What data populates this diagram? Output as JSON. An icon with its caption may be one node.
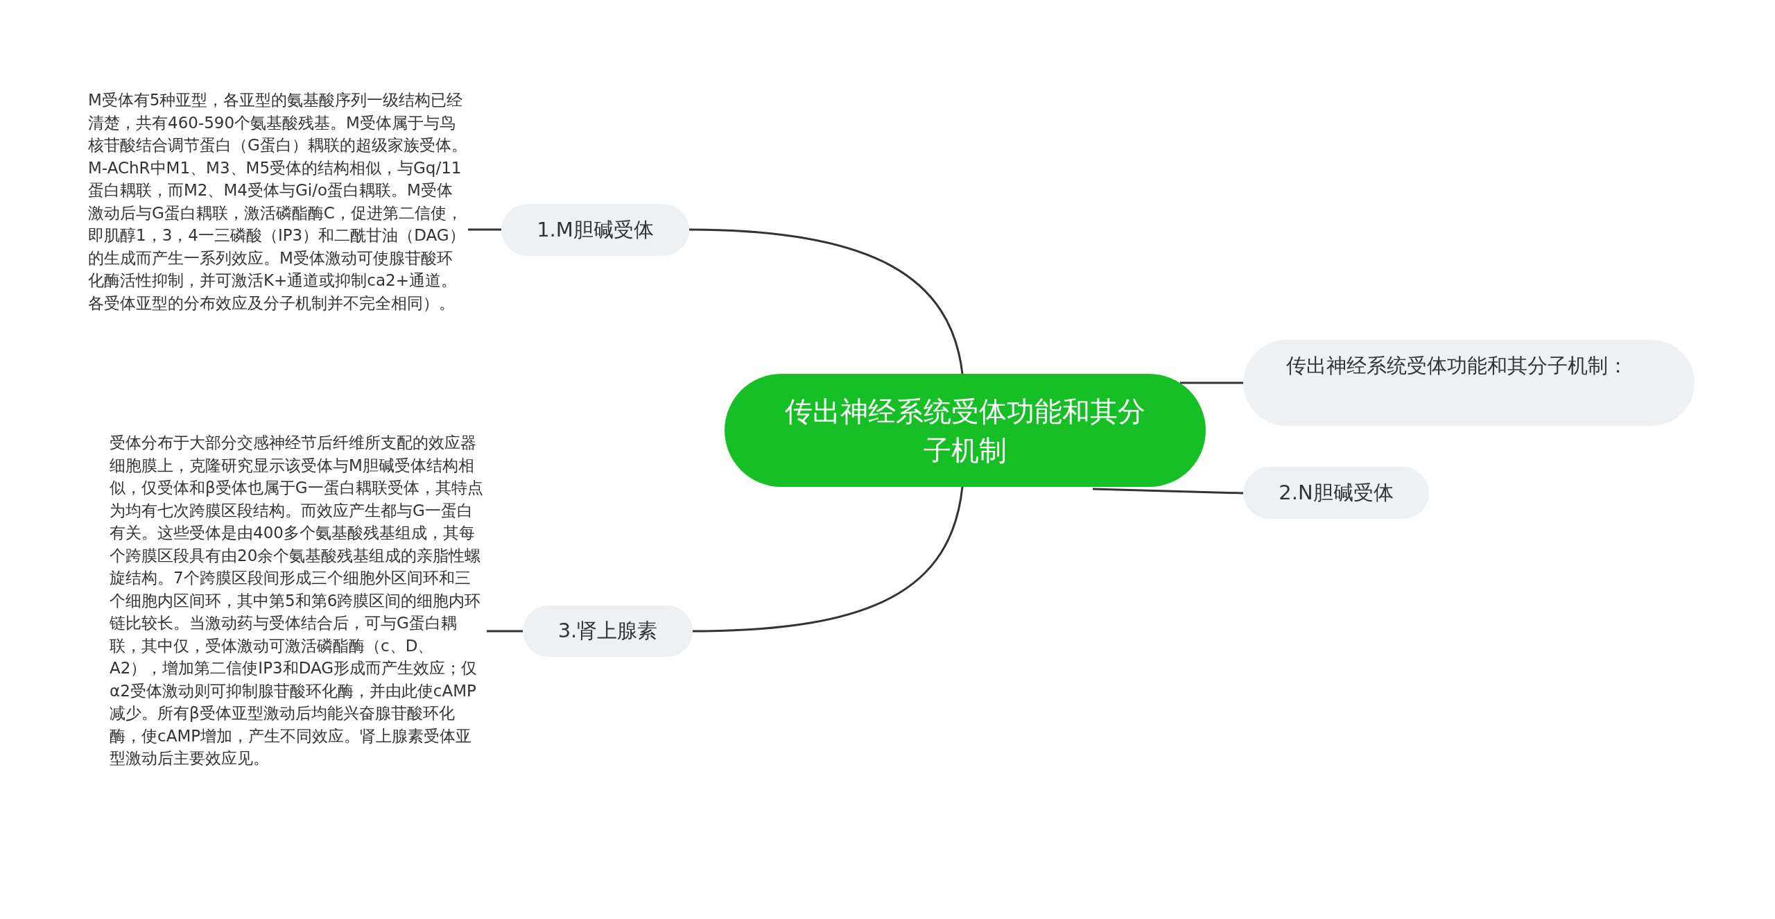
{
  "diagram": {
    "nodes": [
      {
        "text": [
          "传出神经系统受体功能和其分子机制"
        ]
      },
      {
        "text": [
          "1.M胆碱受体"
        ]
      },
      {
        "text": [
          "M受体有5种亚型，各亚型的氨基酸序列一级结构已经清楚，共有460-590个氨基酸残基。M受体属于与鸟核苷酸结合调节蛋白（G蛋白）耦联的超级家族受体。M-AChR中M1、M3、M5受体的结构相似，与Gq/11蛋白耦联，而M2、M4受体与Gi/o蛋白耦联。M受体激动后与G蛋白耦联，激活磷酯酶C，促进第二信使，即肌醇1，3，4一三磷酸（IP3）和二酰甘油（DAG）的生成而产生一系列效应。M受体激动可使腺苷酸环化酶活性抑制，并可激活K+通道或抑制ca2+通道。各受体亚型的分布效应及分子机制并不完全相同）。"
        ]
      },
      {
        "text": [
          "传出神经系统受体功能和其分子机制："
        ]
      },
      {
        "text": [
          "2.N胆碱受体"
        ]
      },
      {
        "text": [
          "3.肾上腺素"
        ]
      },
      {
        "text": [
          "受体分布于大部分交感神经节后纤维所支配的效应器细胞膜上，克隆研究显示该受体与M胆碱受体结构相似，仅受体和β受体也属于G一蛋白耦联受体，其特点为均有七次跨膜区段结构。而效应产生都与G一蛋白有关。这些受体是由400多个氨基酸残基组成，其每个跨膜区段具有由20余个氨基酸残基组成的亲脂性螺旋结构。7个跨膜区段间形成三个细胞外区间环和三个细胞内区间环，其中第5和第6跨膜区间的细胞内环链比较长。当激动药与受体结合后，可与G蛋白耦联，其中仅，受体激动可激活磷酯酶（c、D、A2），增加第二信使IP3和DAG形成而产生效应；仅α2受体激动则可抑制腺苷酸环化酶，并由此使cAMP减少。所有β受体亚型激动后均能兴奋腺苷酸环化酶，使cAMP增加，产生不同效应。肾上腺素受体亚型激动后主要效应见。"
        ]
      }
    ],
    "edges": [
      {
        "from": 0,
        "to": 1,
        "arrow": "none"
      },
      {
        "from": 1,
        "to": 2,
        "arrow": "none"
      },
      {
        "from": 0,
        "to": 3,
        "arrow": "none"
      },
      {
        "from": 0,
        "to": 4,
        "arrow": "none"
      },
      {
        "from": 0,
        "to": 5,
        "arrow": "none"
      },
      {
        "from": 5,
        "to": 6,
        "arrow": "none"
      }
    ]
  }
}
